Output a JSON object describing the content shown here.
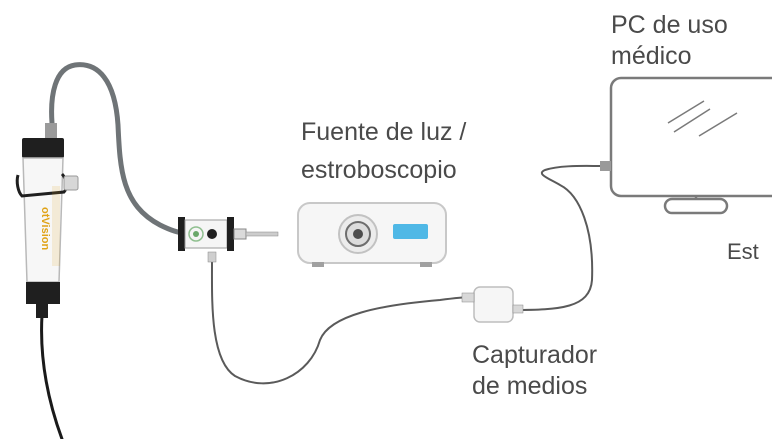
{
  "labels": {
    "pc": [
      "PC de uso",
      "médico"
    ],
    "light_source": [
      "Fuente de luz /",
      "estroboscopio"
    ],
    "media_capture": [
      "Capturador",
      "de medios"
    ],
    "cut_label": "Est"
  },
  "brand_text": "otVision",
  "colors": {
    "text": "#4a4a4a",
    "outline": "#7a7a7a",
    "cable": "#555555",
    "scope_accent": "#e0a318",
    "light_window": "#4fb8e6"
  }
}
